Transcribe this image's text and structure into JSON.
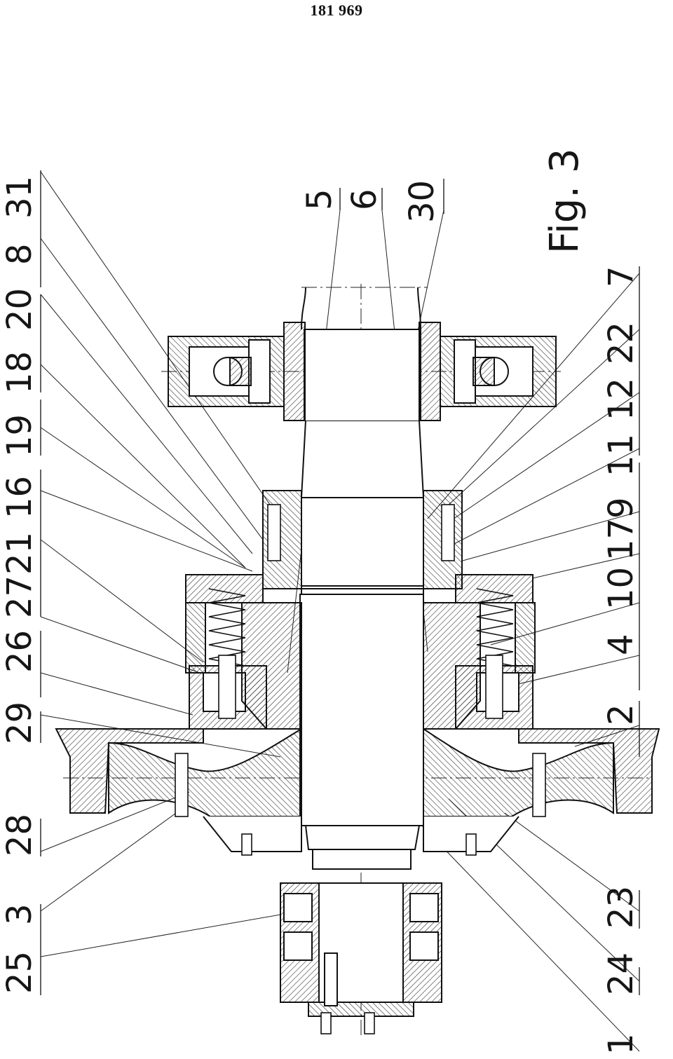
{
  "page_number": "181 969",
  "figure_label": "Fig. 3",
  "left_labels": [
    "25",
    "3",
    "28",
    "29",
    "26",
    "27",
    "21",
    "16",
    "19",
    "18",
    "20",
    "8",
    "31"
  ],
  "top_right_labels": [
    "5",
    "6",
    "30"
  ],
  "right_labels": [
    "1",
    "24",
    "23",
    "2",
    "4",
    "10",
    "17",
    "9",
    "11",
    "12",
    "22",
    "7"
  ]
}
